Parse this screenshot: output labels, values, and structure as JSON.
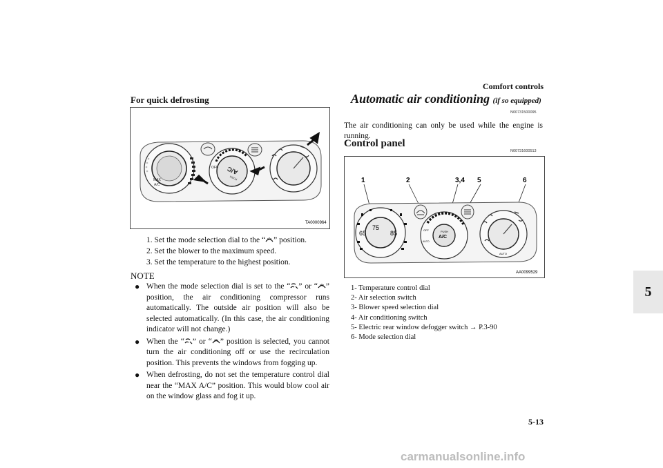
{
  "header": {
    "section": "Comfort controls",
    "page": "5-13",
    "chapter": "5"
  },
  "left": {
    "heading": "For quick defrosting",
    "figure_code": "TA0000964",
    "steps": [
      [
        "1. Set the mode selection dial to the “",
        "” position."
      ],
      [
        "2. Set the blower to the maximum speed."
      ],
      [
        "3. Set the temperature to the highest position."
      ]
    ],
    "note_heading": "NOTE",
    "notes": [
      {
        "icons": [
          "foot-defrost-icon",
          "defrost-icon"
        ],
        "parts": [
          "When the mode selection dial is set to the “",
          "” or “",
          "” position, the air conditioning compressor runs automatically. The outside air position will also be selected automatically. (In this case, the air conditioning indicator will not change.)"
        ]
      },
      {
        "icons": [
          "foot-defrost-icon",
          "defrost-icon"
        ],
        "parts": [
          "When the “",
          "” or “",
          "” position is selected, you cannot turn the air conditioning off or use the recirculation position. This prevents the windows from fogging up."
        ]
      },
      {
        "icons": [],
        "parts": [
          "When defrosting, do not set the temperature control dial near the “MAX A/C” position. This would blow cool air on the window glass and fog it up."
        ]
      }
    ],
    "bullet": "●",
    "panel_labels": {
      "off": "OFF",
      "ac": "A/C",
      "push": "PUSH",
      "max": "MAX",
      "max_ac": "A/C"
    }
  },
  "right": {
    "heading_main": "Automatic air conditioning",
    "heading_sub": "(if so equipped)",
    "code1": "N00731500095",
    "intro": "The air conditioning can only be used while the engine is running.",
    "cp_heading": "Control panel",
    "code2": "N00731600513",
    "figure_code": "AA0099529",
    "callouts": [
      "1",
      "2",
      "3,4",
      "5",
      "6"
    ],
    "temp_labels": [
      "65",
      "75",
      "85"
    ],
    "panel_labels": {
      "off": "OFF",
      "push": "PUSH",
      "ac": "A/C",
      "auto": "AUTO",
      "auto2": "AUTO"
    },
    "legend": [
      "1- Temperature control dial",
      "2- Air selection switch",
      "3- Blower speed selection dial",
      "4- Air conditioning switch",
      "5- Electric rear window defogger switch → P.3-90",
      "6- Mode selection dial"
    ]
  },
  "watermark": "carmanualsonline.info"
}
